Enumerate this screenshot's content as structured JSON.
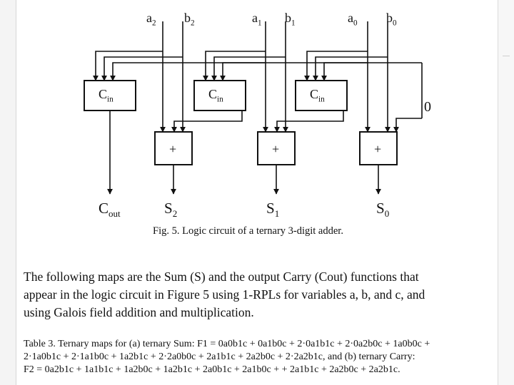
{
  "circuit": {
    "inputs": [
      {
        "base": "a",
        "sub": "2"
      },
      {
        "base": "b",
        "sub": "2"
      },
      {
        "base": "a",
        "sub": "1"
      },
      {
        "base": "b",
        "sub": "1"
      },
      {
        "base": "a",
        "sub": "0"
      },
      {
        "base": "b",
        "sub": "0"
      }
    ],
    "carry_block_label": {
      "base": "C",
      "sub": "in"
    },
    "adder_symbol": "+",
    "carry_in_value": "0",
    "outputs": [
      {
        "base": "C",
        "sub": "out"
      },
      {
        "base": "S",
        "sub": "2"
      },
      {
        "base": "S",
        "sub": "1"
      },
      {
        "base": "S",
        "sub": "0"
      }
    ]
  },
  "figure_caption": "Fig. 5. Logic circuit of a ternary 3-digit adder.",
  "paragraph_lines": [
    "The following maps are the Sum (S) and the output Carry (Cout) functions that",
    "appear in the logic circuit in Figure  5 using 1-RPLs for variables a, b, and c, and",
    "using Galois field addition and multiplication."
  ],
  "table_caption_lines": [
    "Table 3. Ternary maps for (a) ternary Sum: F1 = 0a0b1c + 0a1b0c + 2·0a1b1c + 2·0a2b0c + 1a0b0c +",
    "2·1a0b1c + 2·1a1b0c + 1a2b1c + 2·2a0b0c + 2a1b1c + 2a2b0c + 2·2a2b1c, and (b) ternary Carry:",
    "F2 = 0a2b1c + 1a1b1c + 1a2b0c + 1a2b1c + 2a0b1c + 2a1b0c + + 2a1b1c + 2a2b0c + 2a2b1c."
  ]
}
